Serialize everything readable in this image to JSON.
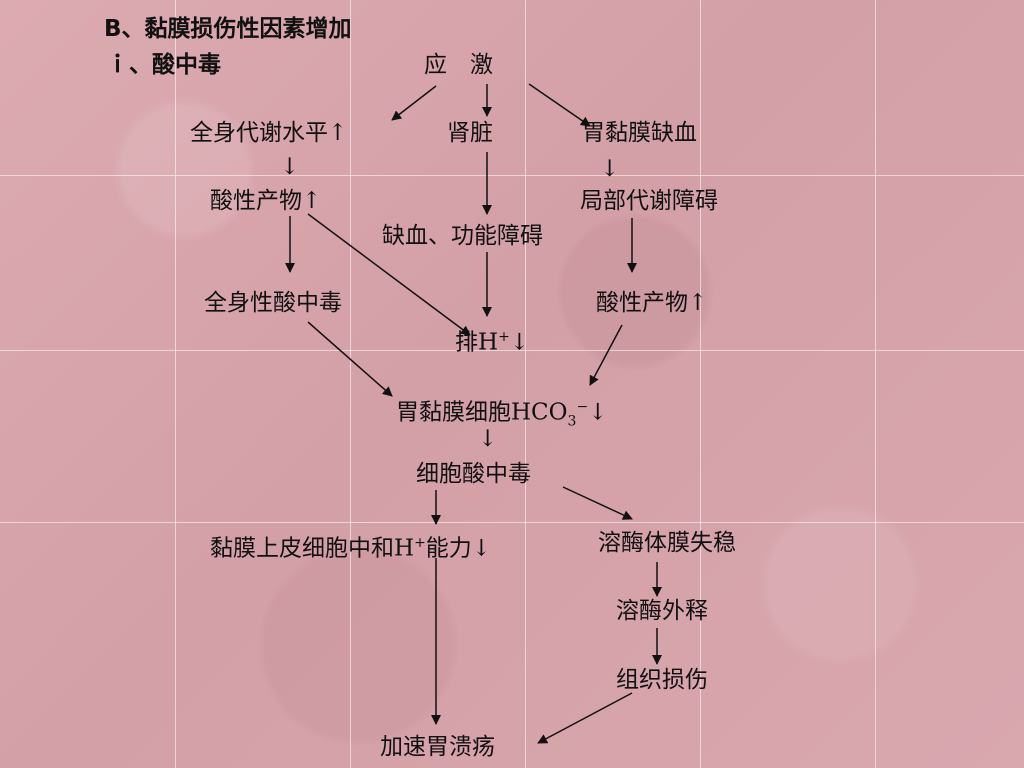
{
  "heading": {
    "section": "B、黏膜损伤性因素增加",
    "subsection": "ｉ、酸中毒"
  },
  "nodes": {
    "stress": "应　激",
    "systemic_metabolism": "全身代谢水平↑",
    "kidney": "肾脏",
    "gastric_ischemia": "胃黏膜缺血",
    "acid_products_left": "酸性产物↑",
    "local_metabolism": "局部代谢障碍",
    "kidney_dysfunction": "缺血、功能障碍",
    "systemic_acidosis": "全身性酸中毒",
    "acid_products_right": "酸性产物↑",
    "h_excretion": {
      "pre": "排H",
      "sup": "+",
      "post": "↓"
    },
    "mucosal_hco3": {
      "pre": "胃黏膜细胞HCO",
      "sub": "3",
      "sup": "−",
      "post": "↓"
    },
    "cell_acidosis": "细胞酸中毒",
    "h_neutralization": {
      "pre": "黏膜上皮细胞中和H",
      "sup": "+",
      "post": "能力↓"
    },
    "lysosome_unstable": "溶酶体膜失稳",
    "enzyme_release": "溶酶外释",
    "tissue_damage": "组织损伤",
    "ulcer_acceleration": "加速胃溃疡"
  },
  "small_arrows": {
    "under_systemic_metabolism": "↓",
    "under_gastric_ischemia": "↓",
    "under_hco3": "↓"
  }
}
